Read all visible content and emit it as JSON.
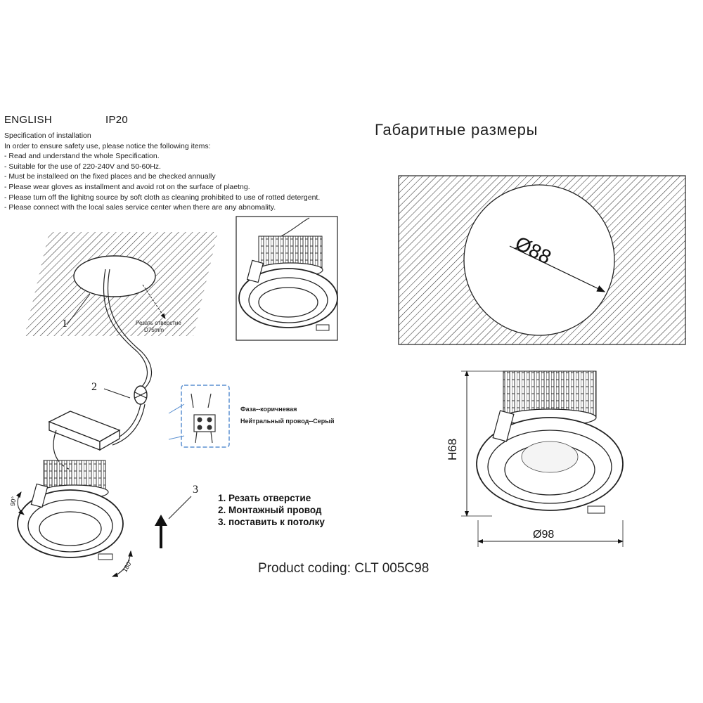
{
  "header": {
    "language": "ENGLISH",
    "ip_rating": "IP20"
  },
  "spec": {
    "title": "Specification of installation",
    "intro": "In order to ensure safety use, please notice the following items:",
    "items": [
      "- Read and understand the whole Specification.",
      "- Suitable for the use of 220-240V and 50-60Hz.",
      "- Must be installeed on the fixed places and be checked annually",
      "- Please wear gloves as installment and avoid rot on the surface of plaetng.",
      "- Please turn off the lighitng source by soft cloth as cleaning prohibited to use of rotted detergent.",
      "- Please connect with the local sales service center when there are any abnomality."
    ]
  },
  "dimensions_title": "Габаритные размеры",
  "install_diagram": {
    "cutout_label_line1": "Резать отверстие",
    "cutout_label_line2": "D75mm",
    "callout_1": "1",
    "callout_2": "2",
    "callout_3": "3",
    "rotate_label_left": "90°",
    "rotate_label_right": "180°"
  },
  "wiring": {
    "phase_label": "Фаза--коричневая",
    "neutral_label": "Нейтральный провод--Серый"
  },
  "steps": [
    "1. Резать отверстие",
    "2. Монтажный провод",
    "3. поставить к потолку"
  ],
  "dims": {
    "cutout_diameter": "Ø88",
    "height": "H68",
    "outer_diameter": "Ø98"
  },
  "product_coding": "Product coding: CLT 005C98"
}
